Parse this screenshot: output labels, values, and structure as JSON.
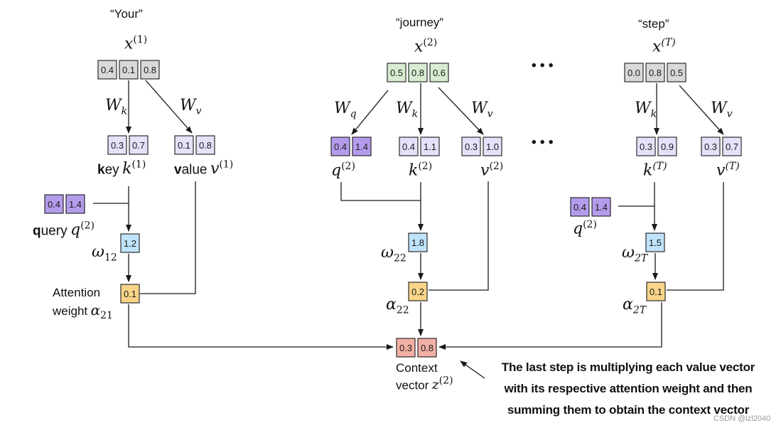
{
  "colors": {
    "gray": "#d9d9d9",
    "green": "#d7ecd1",
    "lavender": "#e6e0f8",
    "purple": "#b49cec",
    "blue": "#bfe3fb",
    "orange": "#f9d58a",
    "pink": "#f3b0a6",
    "line": "#1a1a1a"
  },
  "words": {
    "your": "“Your”",
    "journey": "“journey”",
    "step": "“step”"
  },
  "vectors": {
    "x1": [
      "0.4",
      "0.1",
      "0.8"
    ],
    "x2": [
      "0.5",
      "0.8",
      "0.6"
    ],
    "xT": [
      "0.0",
      "0.8",
      "0.5"
    ],
    "k1": [
      "0.3",
      "0.7"
    ],
    "v1": [
      "0.1",
      "0.8"
    ],
    "q1": [
      "0.4",
      "1.4"
    ],
    "q2": [
      "0.4",
      "1.4"
    ],
    "k2": [
      "0.4",
      "1.1"
    ],
    "v2": [
      "0.3",
      "1.0"
    ],
    "kT": [
      "0.3",
      "0.9"
    ],
    "vT": [
      "0.3",
      "0.7"
    ],
    "qT": [
      "0.4",
      "1.4"
    ],
    "w12": [
      "1.2"
    ],
    "w22": [
      "1.8"
    ],
    "w2T": [
      "1.5"
    ],
    "a21": [
      "0.1"
    ],
    "a22": [
      "0.2"
    ],
    "a2T": [
      "0.1"
    ],
    "z2": [
      "0.3",
      "0.8"
    ]
  },
  "ellipsis": "• • •",
  "labels": {
    "key_bold": "k",
    "key_rest": "ey",
    "value_bold": "v",
    "value_rest": "alue",
    "query_bold": "q",
    "query_rest": "uery",
    "attention_line1": "Attention",
    "attention_line2": "weight",
    "context_line1": "Context",
    "context_line2": "vector"
  },
  "math": {
    "x": "x",
    "W": "W",
    "k": "k",
    "v": "v",
    "q": "q",
    "omega": "ω",
    "alpha": "α",
    "z": "z",
    "sup1": "(1)",
    "sup2": "(2)",
    "supT": "(T)",
    "sub_k": "k",
    "sub_v": "v",
    "sub_q": "q",
    "sub12": "12",
    "sub22": "22",
    "sub2T": "2T",
    "sub21": "21"
  },
  "note": {
    "line1": "The last step is multiplying each value vector",
    "line2": "with its respective attention weight and then",
    "line3": "summing them to obtain the context vector"
  },
  "watermark": "CSDN @lzl2040"
}
